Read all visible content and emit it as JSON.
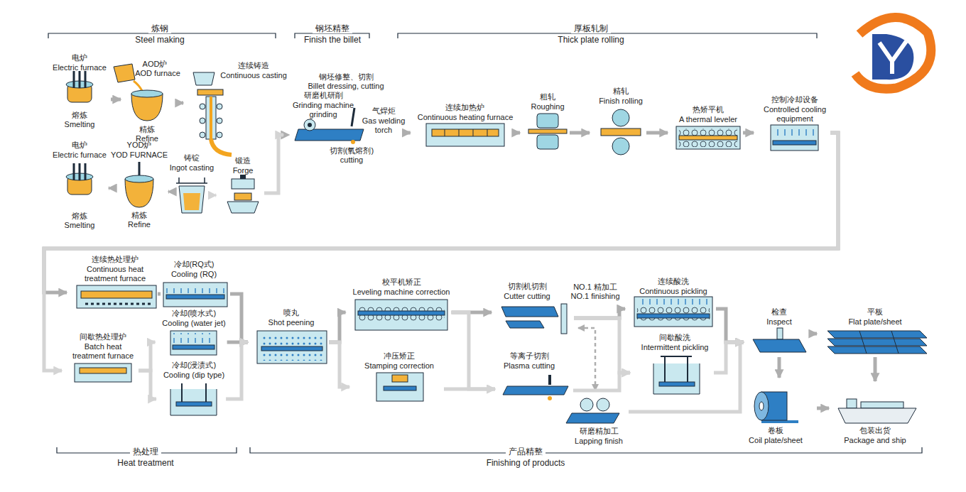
{
  "diagram": {
    "nodes": [
      {
        "text": [
          "电炉",
          "Electric furnace",
          "熔炼",
          "Smelting"
        ]
      },
      {
        "text": [
          "AOD炉",
          "AOD furnace",
          "精炼",
          "Refine"
        ]
      },
      {
        "text": [
          "连续铸造",
          "Continuous casting"
        ]
      },
      {
        "text": [
          "电炉",
          "Electric furnace",
          "熔炼",
          "Smelting"
        ]
      },
      {
        "text": [
          "YOD炉",
          "YOD FURNACE",
          "精炼",
          "Refine"
        ]
      },
      {
        "text": [
          "铸锭",
          "Ingot casting"
        ]
      },
      {
        "text": [
          "锻造",
          "Forge"
        ]
      },
      {
        "text": [
          "钢坯修整、切割",
          "Billet dressing, cutting",
          "研磨机研削",
          "Grinding machine grinding",
          "气焊炬",
          "Gas welding torch",
          "切割(氧熔剂)",
          "cutting"
        ]
      },
      {
        "text": [
          "连续加热炉",
          "Continuous heating furnace"
        ]
      },
      {
        "text": [
          "粗轧",
          "Roughing"
        ]
      },
      {
        "text": [
          "精轧",
          "Finish rolling"
        ]
      },
      {
        "text": [
          "热矫平机",
          "A thermal leveler"
        ]
      },
      {
        "text": [
          "控制冷却设备",
          "Controlled cooling equipment"
        ]
      },
      {
        "text": [
          "连续热处理炉",
          "Continuous heat treatment furnace"
        ]
      },
      {
        "text": [
          "冷却(RQ式)",
          "Cooling (RQ)"
        ]
      },
      {
        "text": [
          "间歇热处理炉",
          "Batch heat treatment furnace"
        ]
      },
      {
        "text": [
          "冷却(喷水式)",
          "Cooling (water jet)"
        ]
      },
      {
        "text": [
          "冷却(浸渍式)",
          "Cooling (dip type)"
        ]
      },
      {
        "text": [
          "喷丸",
          "Shot peening"
        ]
      },
      {
        "text": [
          "校平机矫正",
          "Leveling machine correction"
        ]
      },
      {
        "text": [
          "冲压矫正",
          "Stamping correction"
        ]
      },
      {
        "text": [
          "切割机切割",
          "Cutter cutting"
        ]
      },
      {
        "text": [
          "等离子切割",
          "Plasma cutting"
        ]
      },
      {
        "text": [
          "研磨精加工",
          "Lapping finish"
        ]
      },
      {
        "text": [
          "连续酸洗",
          "Continuous pickling"
        ]
      },
      {
        "text": [
          "间歇酸洗",
          "Intermittent pickling"
        ]
      },
      {
        "text": [
          "检查",
          "Inspect"
        ]
      },
      {
        "text": [
          "平板",
          "Flat plate/sheet"
        ]
      },
      {
        "text": [
          "卷板",
          "Coil plate/sheet"
        ]
      },
      {
        "text": [
          "包装出货",
          "Package and ship"
        ]
      }
    ],
    "edges": [
      {
        "from": 0,
        "to": 1,
        "arrow": "to"
      },
      {
        "from": 1,
        "to": 2,
        "arrow": "to"
      },
      {
        "from": 3,
        "to": 4,
        "arrow": "to"
      },
      {
        "from": 4,
        "to": 5,
        "arrow": "to"
      },
      {
        "from": 5,
        "to": 6,
        "arrow": "to"
      },
      {
        "from": 2,
        "to": 7,
        "arrow": "to"
      },
      {
        "from": 6,
        "to": 7,
        "arrow": "to"
      },
      {
        "from": 7,
        "to": 8,
        "arrow": "to"
      },
      {
        "from": 8,
        "to": 9,
        "arrow": "to"
      },
      {
        "from": 9,
        "to": 10,
        "arrow": "to"
      },
      {
        "from": 10,
        "to": 11,
        "arrow": "to"
      },
      {
        "from": 11,
        "to": 12,
        "arrow": "to"
      },
      {
        "from": 12,
        "to": 13,
        "arrow": "to"
      },
      {
        "from": 12,
        "to": 15,
        "arrow": "to"
      },
      {
        "from": 13,
        "to": 14,
        "arrow": "none"
      },
      {
        "from": 15,
        "to": 16,
        "arrow": "to"
      },
      {
        "from": 15,
        "to": 17,
        "arrow": "to"
      },
      {
        "from": 14,
        "to": 18,
        "arrow": "to"
      },
      {
        "from": 16,
        "to": 18,
        "arrow": "to"
      },
      {
        "from": 17,
        "to": 18,
        "arrow": "to"
      },
      {
        "from": 18,
        "to": 19,
        "arrow": "to"
      },
      {
        "from": 18,
        "to": 20,
        "arrow": "to"
      },
      {
        "from": 19,
        "to": 21,
        "arrow": "to"
      },
      {
        "from": 19,
        "to": 22,
        "arrow": "to"
      },
      {
        "from": 20,
        "to": 22,
        "arrow": "to"
      },
      {
        "from": 21,
        "to": 24,
        "arrow": "to"
      },
      {
        "from": 21,
        "to": 25,
        "arrow": "to"
      },
      {
        "from": 21,
        "to": 23,
        "arrow": "both"
      },
      {
        "from": 22,
        "to": 25,
        "arrow": "to"
      },
      {
        "from": 23,
        "to": 26,
        "arrow": "to"
      },
      {
        "from": 24,
        "to": 26,
        "arrow": "to"
      },
      {
        "from": 25,
        "to": 26,
        "arrow": "to"
      },
      {
        "from": 26,
        "to": 27,
        "arrow": "to"
      },
      {
        "from": 26,
        "to": 28,
        "arrow": "to"
      },
      {
        "from": 27,
        "to": 29,
        "arrow": "to"
      },
      {
        "from": 28,
        "to": 29,
        "arrow": "to"
      }
    ],
    "labels": [
      "炼钢",
      "Steel making",
      "钢坯精整",
      "Finish the billet",
      "厚板轧制",
      "Thick plate rolling",
      "NO.1 精加工",
      "NO.1 finishing",
      "热处理",
      "Heat treatment",
      "产品精整",
      "Finishing of products"
    ]
  }
}
